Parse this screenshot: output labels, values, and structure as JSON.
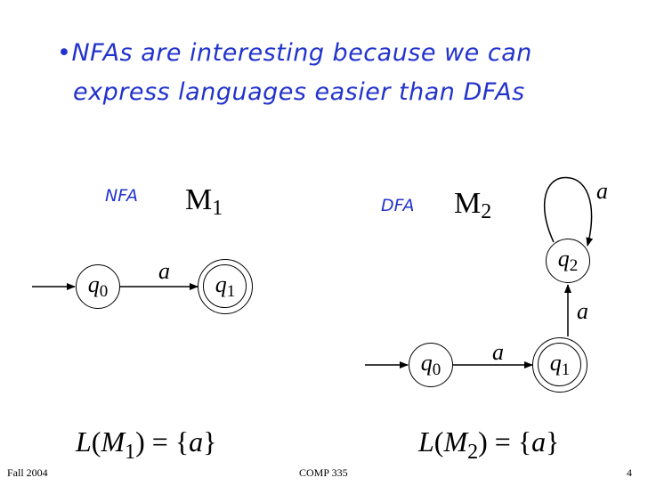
{
  "bullet": {
    "marker": "•",
    "line1": "NFAs are interesting because we can",
    "line2": "express languages easier than DFAs"
  },
  "nfa": {
    "tag": "NFA",
    "machine": "M",
    "machine_sub": "1",
    "states": [
      {
        "name": "q",
        "sub": "0",
        "accepting": false
      },
      {
        "name": "q",
        "sub": "1",
        "accepting": true
      }
    ],
    "edge_label": "a",
    "language": {
      "L": "L",
      "M": "M",
      "sub": "1",
      "rest": ") = {",
      "sym": "a",
      "close": "}"
    }
  },
  "dfa": {
    "tag": "DFA",
    "machine": "M",
    "machine_sub": "2",
    "states": [
      {
        "name": "q",
        "sub": "0",
        "accepting": false
      },
      {
        "name": "q",
        "sub": "1",
        "accepting": true
      },
      {
        "name": "q",
        "sub": "2",
        "accepting": false
      }
    ],
    "edge_labels": {
      "q0_q1": "a",
      "q1_q2": "a",
      "q2_loop": "a"
    },
    "language": {
      "L": "L",
      "M": "M",
      "sub": "2",
      "rest": ") = {",
      "sym": "a",
      "close": "}"
    }
  },
  "footer": {
    "left": "Fall 2004",
    "center": "COMP 335",
    "right": "4"
  }
}
